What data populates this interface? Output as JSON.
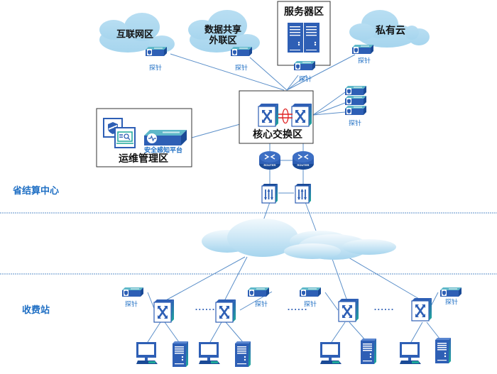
{
  "diagram": {
    "title": "",
    "colors": {
      "accent": "#1f6fc4",
      "device_blue": "#2e5fb5",
      "device_teal": "#1fa89a",
      "line": "#5b8fc9",
      "cloud": "#a9d7ef",
      "divider": "#5b8fc9",
      "link_red": "#e02020"
    },
    "tiers": [
      {
        "id": "provincial",
        "label": "省结算中心"
      },
      {
        "id": "toll_station",
        "label": "收费站"
      }
    ],
    "zones": {
      "internet": {
        "label": "互联网区",
        "shape": "cloud"
      },
      "data_share": {
        "label_line1": "数据共享",
        "label_line2": "外联区",
        "shape": "cloud"
      },
      "server": {
        "label": "服务器区",
        "shape": "box"
      },
      "private_cloud": {
        "label": "私有云",
        "shape": "cloud"
      },
      "core": {
        "label": "核心交换区",
        "shape": "box"
      },
      "ops": {
        "label": "运维管理区",
        "shape": "box"
      }
    },
    "probe_label": "探针",
    "platform_label": "安全感知平台",
    "router_label": "ROUTER",
    "ellipsis": "······",
    "nodes": {
      "core_switches": 2,
      "routers": 2,
      "firewalls": 2,
      "core_probe_stack": 3,
      "toll_station_switches": 4,
      "wan_cloud": 1
    }
  }
}
